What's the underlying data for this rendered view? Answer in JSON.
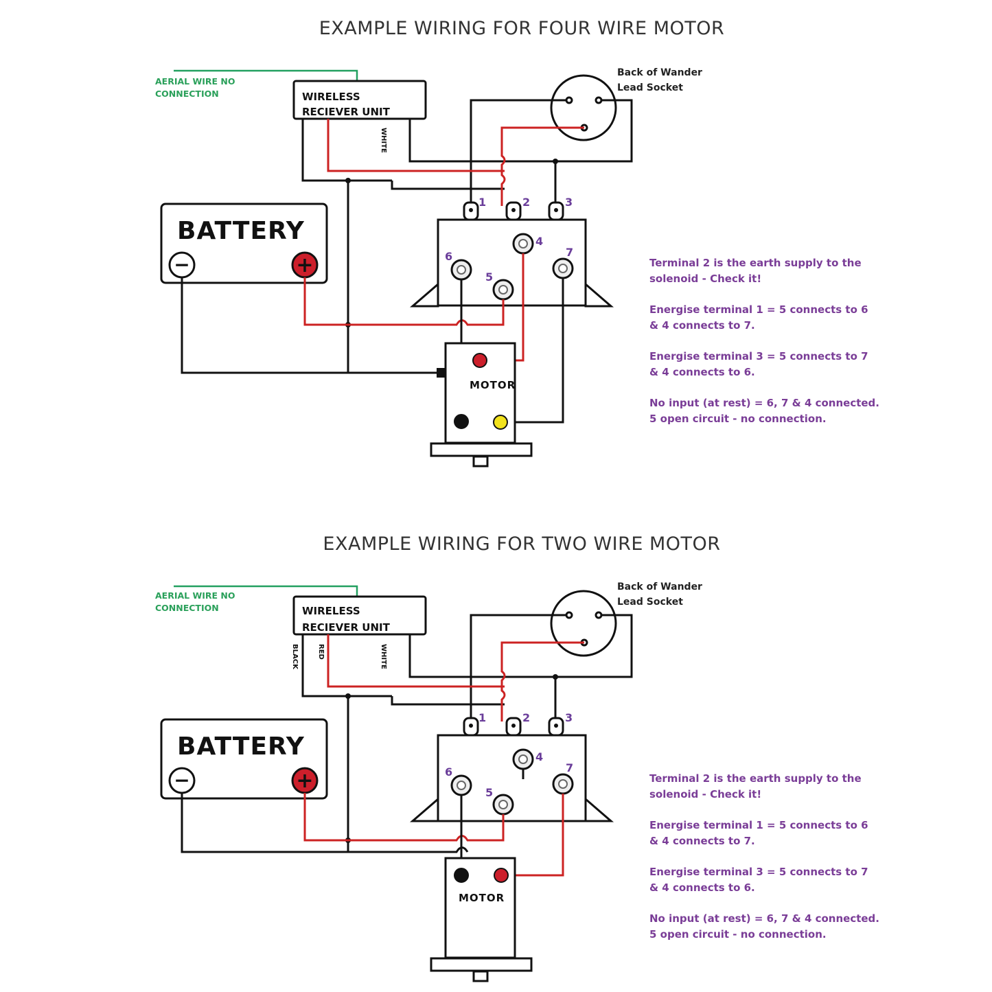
{
  "diagrams": [
    {
      "title": "EXAMPLE WIRING FOR FOUR WIRE MOTOR",
      "aerial_line1": "AERIAL WIRE NO",
      "aerial_line2": "CONNECTION",
      "receiver_line1": "WIRELESS",
      "receiver_line2": "RECIEVER UNIT",
      "wire_labels": [
        "WHITE"
      ],
      "socket_line1": "Back of Wander",
      "socket_line2": "Lead Socket",
      "battery_label": "BATTERY",
      "battery_negative": "−",
      "battery_positive": "+",
      "motor_label": "MOTOR",
      "terminals": [
        "1",
        "2",
        "3",
        "4",
        "5",
        "6",
        "7"
      ],
      "notes": [
        [
          "Terminal 2 is the earth supply to the",
          "solenoid - Check it!"
        ],
        [
          "Energise terminal 1 = 5 connects to 6",
          "& 4 connects to 7."
        ],
        [
          "Energise terminal 3 = 5 connects to 7",
          "& 4 connects to 6."
        ],
        [
          "No input (at rest) = 6, 7 & 4 connected.",
          "5 open circuit - no connection."
        ]
      ]
    },
    {
      "title": "EXAMPLE WIRING FOR TWO WIRE MOTOR",
      "aerial_line1": "AERIAL WIRE NO",
      "aerial_line2": "CONNECTION",
      "receiver_line1": "WIRELESS",
      "receiver_line2": "RECIEVER UNIT",
      "wire_labels": [
        "BLACK",
        "RED",
        "WHITE"
      ],
      "socket_line1": "Back of Wander",
      "socket_line2": "Lead Socket",
      "battery_label": "BATTERY",
      "battery_negative": "−",
      "battery_positive": "+",
      "motor_label": "MOTOR",
      "terminals": [
        "1",
        "2",
        "3",
        "4",
        "5",
        "6",
        "7"
      ],
      "notes": [
        [
          "Terminal 2 is the earth supply to the",
          "solenoid - Check it!"
        ],
        [
          "Energise terminal 1 = 5 connects to 6",
          "& 4 connects to 7."
        ],
        [
          "Energise terminal 3 = 5 connects to 7",
          "& 4 connects to 6."
        ],
        [
          "No input (at rest) = 6, 7 & 4 connected.",
          "5 open circuit - no connection."
        ]
      ]
    }
  ],
  "colors": {
    "wire_black": "#111111",
    "wire_red": "#cc2222",
    "aerial_green": "#22a060",
    "note_purple": "#7a3d97",
    "terminal_red": "#cc1f2b",
    "terminal_yellow": "#f2e21c"
  }
}
